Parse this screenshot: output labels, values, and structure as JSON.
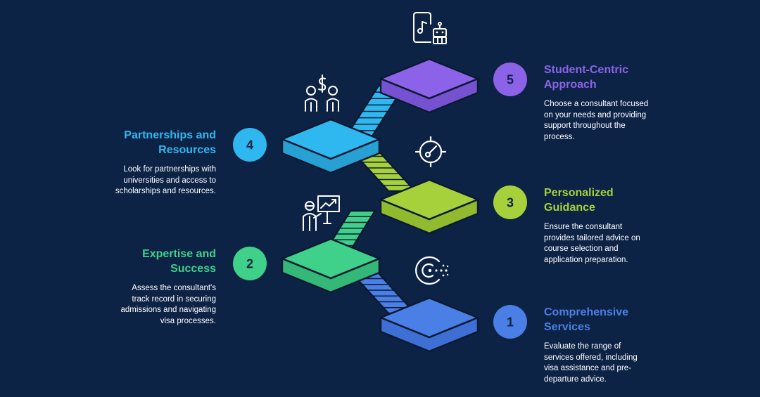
{
  "colors": {
    "background": "#0d2346",
    "step1": "#4a7fe6",
    "step2": "#3fd18a",
    "step3": "#a6d13a",
    "step4": "#2fb8f0",
    "step5": "#8c63e8",
    "outline": "#0a1a33",
    "icon": "#ffffff"
  },
  "steps": [
    {
      "number": "1",
      "title_line1": "Comprehensive",
      "title_line2": "Services",
      "description": "Evaluate the range of services offered, including visa assistance and pre-departure advice.",
      "icon": "circular-dots-icon"
    },
    {
      "number": "2",
      "title_line1": "Expertise and",
      "title_line2": "Success",
      "description": "Assess the consultant's track record in securing admissions and navigating visa processes.",
      "icon": "presenter-board-icon"
    },
    {
      "number": "3",
      "title_line1": "Personalized",
      "title_line2": "Guidance",
      "description": "Ensure the consultant provides tailored advice on course selection and application preparation.",
      "icon": "target-compass-icon"
    },
    {
      "number": "4",
      "title_line1": "Partnerships and",
      "title_line2": "Resources",
      "description": "Look for partnerships with universities and access to scholarships and resources.",
      "icon": "people-money-icon"
    },
    {
      "number": "5",
      "title_line1": "Student-Centric",
      "title_line2": "Approach",
      "description": "Choose a consultant focused on your needs and providing support throughout the process.",
      "icon": "phone-robot-icon"
    }
  ]
}
